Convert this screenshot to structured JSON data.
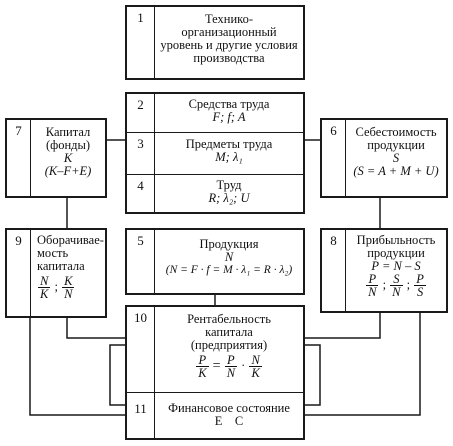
{
  "b1": {
    "num": "1",
    "lines": [
      "Технико-",
      "организационный",
      "уровень и другие условия",
      "производства"
    ]
  },
  "b2": {
    "num": "2",
    "title": "Средства труда",
    "formula": "F; f; A"
  },
  "b3": {
    "num": "3",
    "title": "Предметы труда",
    "formula": "M; λ₁"
  },
  "b4": {
    "num": "4",
    "title": "Труд",
    "formula": "R; λ₂; U"
  },
  "b5": {
    "num": "5",
    "title": "Продукция",
    "symbol": "N",
    "formula": "(N = F · f = M · λ₁ = R · λ₂)"
  },
  "b6": {
    "num": "6",
    "lines": [
      "Себестоимость",
      "продукции"
    ],
    "symbol": "S",
    "formula": "(S = A + M + U)"
  },
  "b7": {
    "num": "7",
    "lines": [
      "Капитал",
      "(фонды)"
    ],
    "symbol": "K",
    "formula": "(K–F+E)"
  },
  "b8": {
    "num": "8",
    "lines": [
      "Прибыльность",
      "продукции"
    ],
    "formula": "P = N – S",
    "fracs": [
      [
        "P",
        "N"
      ],
      [
        "S",
        "N"
      ],
      [
        "P",
        "S"
      ]
    ]
  },
  "b9": {
    "num": "9",
    "lines": [
      "Оборачивае-",
      "мость",
      "капитала"
    ],
    "fracs": [
      [
        "N",
        "K"
      ],
      [
        "K",
        "N"
      ]
    ]
  },
  "b10": {
    "num": "10",
    "lines": [
      "Рентабельность",
      "капитала",
      "(предприятия)"
    ],
    "eq": {
      "lhs": [
        "P",
        "K"
      ],
      "rhs1": [
        "P",
        "N"
      ],
      "rhs2": [
        "N",
        "K"
      ]
    }
  },
  "b11": {
    "num": "11",
    "title": "Финансовое состояние",
    "symbols": "Е    С"
  }
}
